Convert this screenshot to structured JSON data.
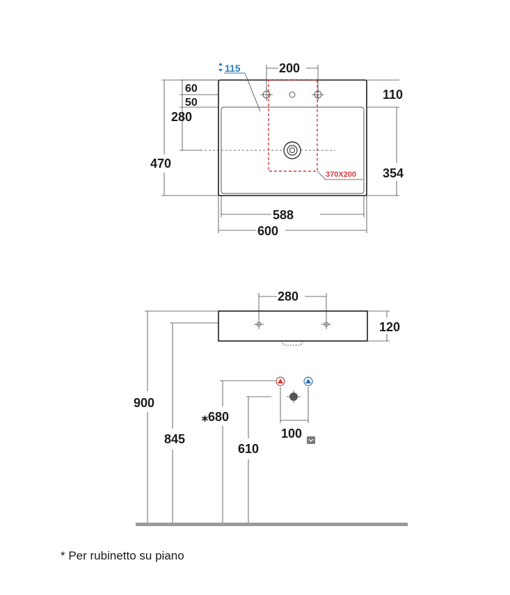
{
  "top_view": {
    "faucet_depth": "115",
    "faucet_spacing": "200",
    "back_edge_to_hole": "60",
    "hole_to_basin": "50",
    "back_to_drain": "280",
    "total_depth": "470",
    "rim_width": "110",
    "basin_depth": "354",
    "inner_width": "588",
    "total_width": "600",
    "cutout_size": "370X200"
  },
  "side_view": {
    "hole_spacing": "280",
    "basin_height": "120",
    "rim_height": "900",
    "bottom_height": "845",
    "inlet_height": "⁎680",
    "outlet_height": "610",
    "inlet_spacing": "100"
  },
  "footnote": "* Per rubinetto su piano",
  "colors": {
    "hot": "#c8413c",
    "cold": "#2e6fb3",
    "cutout": "#d23a3a",
    "floor": "#9a9a9a",
    "dimension_blue": "#2a7ab8"
  },
  "icons": [
    "arrow-updown-icon",
    "hot-water-icon",
    "cold-water-icon",
    "drain-icon",
    "chevron-down-icon"
  ]
}
